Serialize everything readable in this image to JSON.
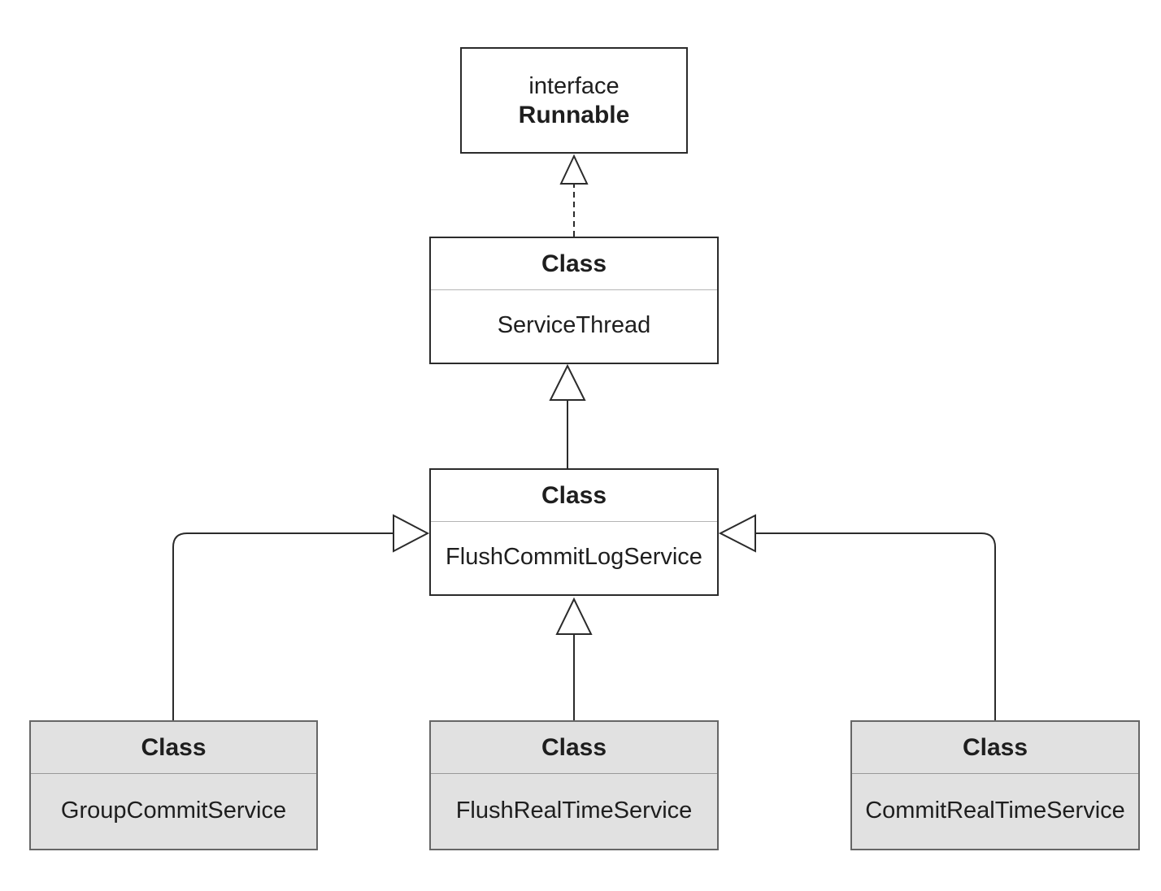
{
  "interface_node": {
    "stereotype": "interface",
    "name": "Runnable"
  },
  "classes": {
    "service_thread": {
      "header": "Class",
      "name": "ServiceThread"
    },
    "flush_commit_log_service": {
      "header": "Class",
      "name": "FlushCommitLogService"
    },
    "group_commit_service": {
      "header": "Class",
      "name": "GroupCommitService"
    },
    "flush_real_time_service": {
      "header": "Class",
      "name": "FlushRealTimeService"
    },
    "commit_real_time_service": {
      "header": "Class",
      "name": "CommitRealTimeService"
    }
  },
  "relations": [
    {
      "from": "ServiceThread",
      "to": "Runnable",
      "kind": "realization"
    },
    {
      "from": "FlushCommitLogService",
      "to": "ServiceThread",
      "kind": "generalization"
    },
    {
      "from": "GroupCommitService",
      "to": "FlushCommitLogService",
      "kind": "generalization"
    },
    {
      "from": "FlushRealTimeService",
      "to": "FlushCommitLogService",
      "kind": "generalization"
    },
    {
      "from": "CommitRealTimeService",
      "to": "FlushCommitLogService",
      "kind": "generalization"
    }
  ],
  "colors": {
    "line": "#2b2b2b",
    "leaf_fill": "#e1e1e1",
    "leaf_border": "#666666",
    "divider": "#b5b5b5"
  }
}
